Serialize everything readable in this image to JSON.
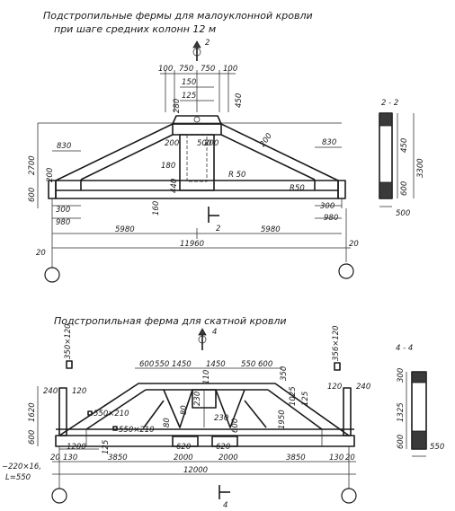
{
  "titles": {
    "top_line1": "Подстропильные фермы для малоуклонной кровли",
    "top_line2": "при шаге средних колонн  12 м",
    "bottom": "Подстропильная ферма для скатной кровли"
  },
  "sections": {
    "s22": "2 - 2",
    "s44": "4 - 4",
    "cut2": "2",
    "cut4": "4"
  },
  "top": {
    "d100a": "100",
    "d750a": "750",
    "d750b": "750",
    "d100b": "100",
    "d150": "150",
    "d125": "125",
    "d280": "280",
    "d450": "450",
    "d830l": "830",
    "d830r": "830",
    "d2700": "2700",
    "d200a": "200",
    "d600": "600",
    "d300l": "300",
    "d980l": "980",
    "d300r": "300",
    "d980r": "980",
    "d200b": "200",
    "d200c": "200",
    "d500": "500",
    "d200d": "200",
    "d180": "180",
    "d440": "440",
    "d160": "160",
    "r50a": "R 50",
    "r50b": "R50",
    "d5980l": "5980",
    "d5980r": "5980",
    "d11960": "11960",
    "d20l": "20",
    "d20r": "20"
  },
  "s22dims": {
    "d450": "450",
    "d3300": "3300",
    "d600": "600",
    "d500": "500"
  },
  "bottom": {
    "d600a": "600",
    "d550a": "550",
    "d1450a": "1450",
    "d1450b": "1450",
    "d550b": "550",
    "d600b": "600",
    "d110": "110",
    "d350a": "350",
    "p350": "350×120",
    "p356": "356×120",
    "d240l": "240",
    "d120l": "120",
    "d120r": "120",
    "d240r": "240",
    "d1620": "1620",
    "p550a": "550×210",
    "d600c": "600",
    "p550b": "550×210",
    "d80a": "80",
    "d80b": "80",
    "d230a": "230",
    "d230b": "230",
    "d1950": "1950",
    "d1025": "1025",
    "d125": "125",
    "d600d": "600",
    "d1200": "1200",
    "d125b": "125",
    "d620a": "620",
    "d620b": "620",
    "d130l": "130",
    "d3850l": "3850",
    "d2000a": "2000",
    "d2000b": "2000",
    "d3850r": "3850",
    "d130r": "130",
    "d20l": "20",
    "d20r": "20",
    "d12000": "12000",
    "p220": "−220×16,",
    "pL": "L=550"
  },
  "s44dims": {
    "d300": "300",
    "d1325": "1325",
    "d600": "600",
    "d550": "550"
  }
}
